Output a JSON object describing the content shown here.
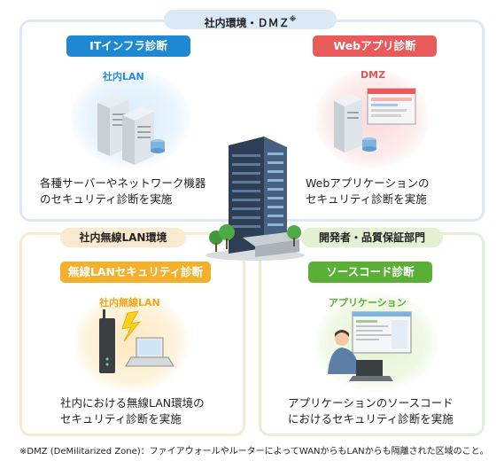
{
  "top_section": {
    "title": "社内環境・ＤＭＺ",
    "title_mark": "※",
    "it": {
      "badge": "ITインフラ診断",
      "label": "社内LAN",
      "desc_line1": "各種サーバーやネットワーク機器",
      "desc_line2": "のセキュリティ診断を実施"
    },
    "web": {
      "badge": "Webアプリ診断",
      "label": "DMZ",
      "desc_line1": "Webアプリケーションの",
      "desc_line2": "セキュリティ診断を実施"
    }
  },
  "left_section": {
    "title": "社内無線LAN環境",
    "badge": "無線LANセキュリティ診断",
    "label": "社内無線LAN",
    "desc_line1": "社内における無線LAN環境の",
    "desc_line2": "セキュリティ診断を実施"
  },
  "right_section": {
    "title": "開発者・品質保証部門",
    "badge": "ソースコード診断",
    "label": "アプリケーション",
    "desc_line1": "アプリケーションのソースコード",
    "desc_line2": "におけるセキュリティ診断を実施"
  },
  "footnote": "※DMZ (DeMilitarized Zone)：ファイアウォールやルーターによってWANからもLANからも隔離された区域のこと。",
  "colors": {
    "it_blue": "#1e88d2",
    "web_red": "#e95a5a",
    "wlan_orange": "#f4b02a",
    "src_green": "#5ab034"
  }
}
